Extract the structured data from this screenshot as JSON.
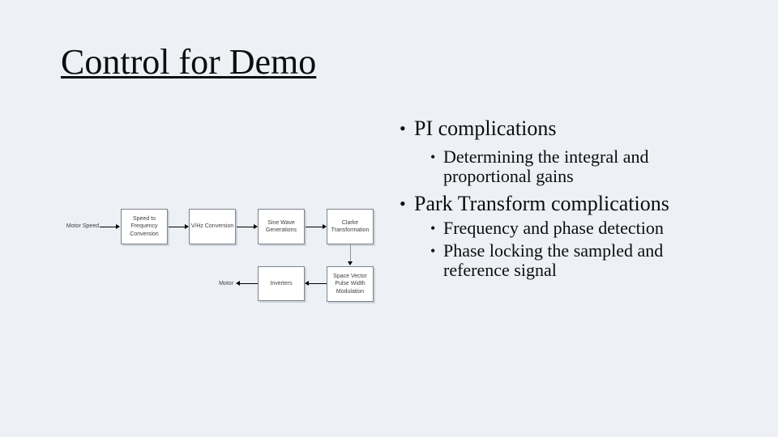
{
  "slide": {
    "title": "Control for Demo",
    "background_color": "#edf0f5",
    "text_color": "#0d0d0d"
  },
  "bullets": [
    {
      "level": 1,
      "marker": "•",
      "text": "PI complications"
    },
    {
      "level": 2,
      "marker": "•",
      "text": "Determining the integral and proportional gains"
    },
    {
      "level": 1,
      "marker": "•",
      "text": "Park Transform complications"
    },
    {
      "level": 2,
      "marker": "•",
      "text": "Frequency and phase detection"
    },
    {
      "level": 2,
      "marker": "•",
      "text": "Phase locking the sampled and reference signal"
    }
  ],
  "diagram": {
    "input_label": "Motor Speed",
    "output_label": "Motor",
    "boxes": [
      {
        "label": "Speed to Frequency Conversion"
      },
      {
        "label": "V/Hz Conversion"
      },
      {
        "label": "Sine Wave Generations"
      },
      {
        "label": "Clarke Transformation"
      },
      {
        "label": "Inverters"
      },
      {
        "label": "Space Vector Pulse Width Modulation"
      }
    ],
    "flow": [
      "Motor Speed -> Speed to Frequency Conversion",
      "Speed to Frequency Conversion -> V/Hz Conversion",
      "V/Hz Conversion -> Sine Wave Generations",
      "Sine Wave Generations -> Clarke Transformation",
      "Clarke Transformation -> Space Vector Pulse Width Modulation",
      "Space Vector Pulse Width Modulation -> Inverters",
      "Inverters -> Motor"
    ],
    "colors": {
      "box_fill": "#ffffff",
      "box_border": "#7d838b",
      "box_shadow": "#ccd3db",
      "arrow": "#000000",
      "vertical_connector": "#8f959c"
    }
  }
}
